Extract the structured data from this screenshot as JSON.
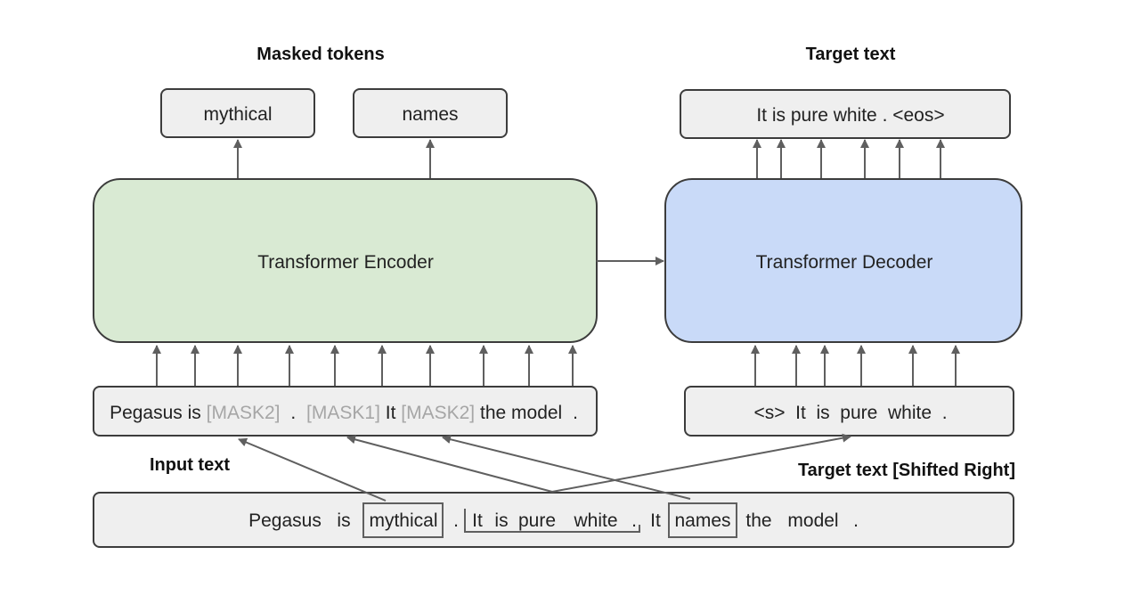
{
  "headers": {
    "masked_tokens": "Masked tokens",
    "target_text_top": "Target text",
    "input_text": "Input text",
    "target_shifted": "Target text [Shifted Right]"
  },
  "outputs": {
    "masked": [
      "mythical",
      "names"
    ],
    "target": "It is pure white . <eos>"
  },
  "blocks": {
    "encoder": "Transformer Encoder",
    "decoder": "Transformer Decoder"
  },
  "encoder_input": [
    "Pegasus is",
    "[MASK2]",
    ".",
    "[MASK1]",
    "It",
    "[MASK2]",
    "the model",
    "."
  ],
  "decoder_input": "<s>  It  is  pure  white  .",
  "source_tokens": [
    "Pegasus",
    "is",
    "mythical",
    ".",
    "It",
    "is",
    "pure",
    "white",
    ".",
    "It",
    "names",
    "the",
    "model",
    "."
  ],
  "colors": {
    "encoder_fill": "#d9ead3",
    "decoder_fill": "#c9daf8",
    "box_fill": "#efefef",
    "mask_text": "#a6a6a6"
  }
}
